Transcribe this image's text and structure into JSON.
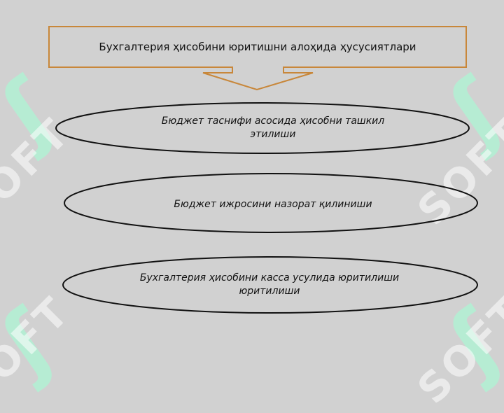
{
  "watermark": {
    "text": "SOFT",
    "logo": "ʃ"
  },
  "diagram": {
    "header": "Бухгалтерия ҳисобини юритишни алоҳида ҳусусиятлари",
    "items": [
      {
        "line1": "Бюджет таснифи асосида ҳисобни ташкил",
        "line2": "этилиши"
      },
      {
        "line1": "Бюджет ижросини назорат қилиниши",
        "line2": ""
      },
      {
        "line1": "Бухгалтерия ҳисобини касса усулида юритилиши",
        "line2": "юритилиши"
      }
    ]
  },
  "colors": {
    "box_border": "#c8873a",
    "background": "#d1d1d1",
    "ellipse_border": "#111111"
  }
}
